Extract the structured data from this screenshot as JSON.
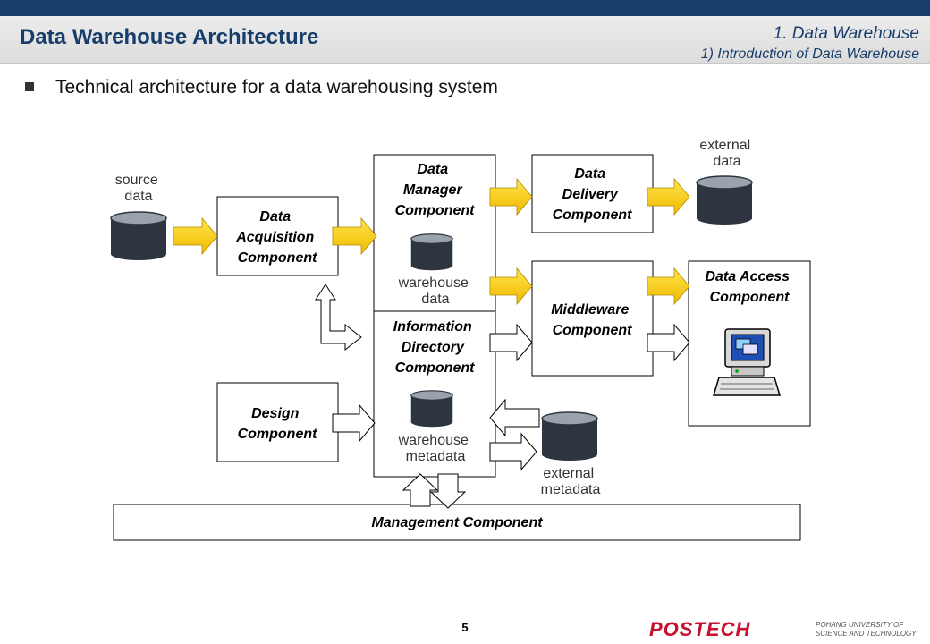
{
  "slide": {
    "title": "Data Warehouse Architecture",
    "section": "1. Data Warehouse",
    "subsection": "1) Introduction of Data Warehouse",
    "bullet": "Technical architecture for a data warehousing system",
    "page_number": "5"
  },
  "diagram": {
    "source_data": [
      "source",
      "data"
    ],
    "data_acquisition": [
      "Data",
      "Acquisition",
      "Component"
    ],
    "data_manager": [
      "Data",
      "Manager",
      "Component"
    ],
    "warehouse_data": [
      "warehouse",
      "data"
    ],
    "information_directory": [
      "Information",
      "Directory",
      "Component"
    ],
    "warehouse_metadata": [
      "warehouse",
      "metadata"
    ],
    "design": [
      "Design",
      "Component"
    ],
    "data_delivery": [
      "Data",
      "Delivery",
      "Component"
    ],
    "external_data": [
      "external",
      "data"
    ],
    "middleware": [
      "Middleware",
      "Component"
    ],
    "data_access": [
      "Data Access",
      "Component"
    ],
    "external_metadata": [
      "external",
      "metadata"
    ],
    "management": "Management Component"
  },
  "colors": {
    "accent_navy": "#163d6b",
    "arrow_yellow": "#f6c800",
    "cylinder": "#2e3540",
    "logo_red": "#c8102e"
  },
  "logo": {
    "name": "POSTECH",
    "university": [
      "POHANG UNIVERSITY OF",
      "SCIENCE AND TECHNOLOGY"
    ]
  }
}
